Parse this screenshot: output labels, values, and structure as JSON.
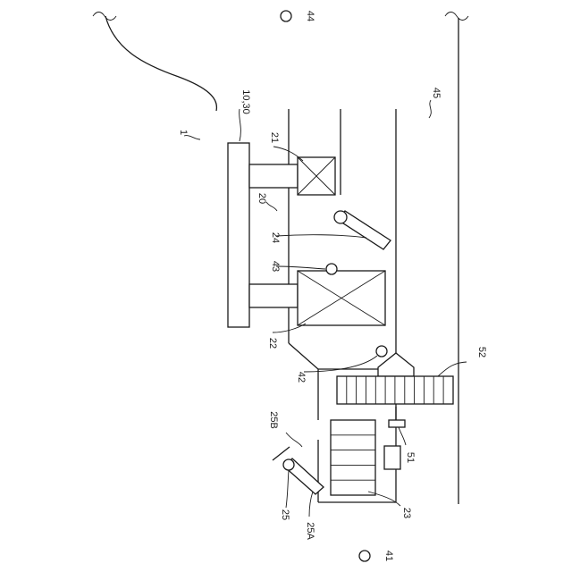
{
  "figure": {
    "labels": {
      "l_44": "44",
      "l_45": "45",
      "l_1030": "10,30",
      "l_1": "1",
      "l_21": "21",
      "l_20": "20",
      "l_24": "24",
      "l_43": "43",
      "l_22": "22",
      "l_42": "42",
      "l_52": "52",
      "l_25b": "25B",
      "l_51": "51",
      "l_25": "25",
      "l_25a": "25A",
      "l_23": "23",
      "l_41": "41"
    }
  }
}
